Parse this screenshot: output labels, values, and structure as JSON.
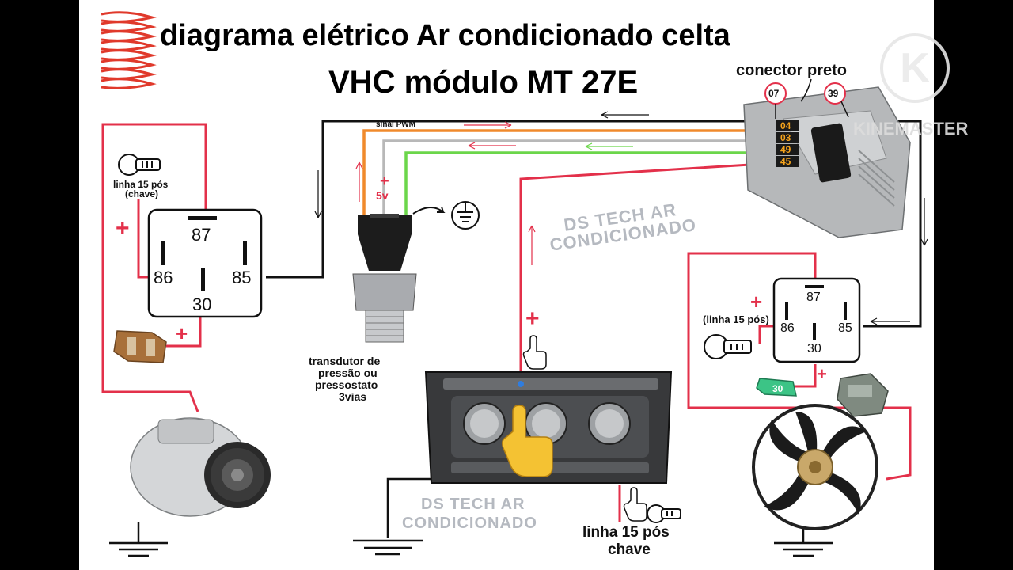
{
  "title": {
    "line1": "diagrama elétrico Ar condicionado celta",
    "line2": "VHC módulo MT 27E"
  },
  "ecu": {
    "connector_label": "conector preto",
    "pin_top_left": "07",
    "pin_top_right": "39",
    "pins": [
      "04",
      "03",
      "49",
      "45"
    ]
  },
  "signal_label": "sinal PWM",
  "voltage_label": "5v",
  "relay_left": {
    "pin87": "87",
    "pin86": "86",
    "pin85": "85",
    "pin30": "30",
    "key_label_line1": "linha 15 pós",
    "key_label_line2": "(chave)"
  },
  "relay_right": {
    "pin87": "87",
    "pin86": "86",
    "pin85": "85",
    "pin30": "30",
    "key_label": "(linha 15 pós)"
  },
  "fuse_right_label": "30",
  "transducer_label": [
    "transdutor de",
    "pressão ou",
    "pressostato",
    "3vias"
  ],
  "bottom_key_label": [
    "linha 15 pós",
    "chave"
  ],
  "watermark_center": [
    "DS TECH AR",
    "CONDICIONADO"
  ],
  "watermark_bottom": [
    "DS TECH AR",
    "CONDICIONADO"
  ],
  "app_watermark": "KINEMASTER",
  "app_watermark_logo": "K",
  "plus_sign": "+",
  "colors": {
    "wire_red": "#e3304a",
    "wire_black": "#111111",
    "wire_orange": "#f08a2c",
    "wire_gray": "#b8b8b8",
    "wire_green": "#6bd64a",
    "pin_badge": "#f5a31c"
  }
}
